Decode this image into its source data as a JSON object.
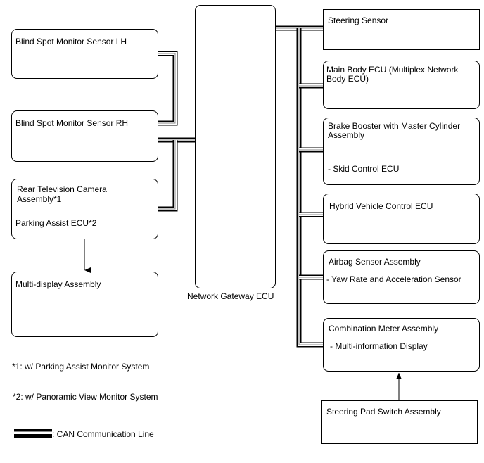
{
  "nodes": {
    "gateway": "Network Gateway ECU",
    "bsm_lh": "Blind Spot Monitor Sensor LH",
    "bsm_rh": "Blind Spot Monitor Sensor RH",
    "rear_cam_l1": "Rear Television Camera",
    "rear_cam_l2": "Assembly*1",
    "parking_ecu": "Parking Assist ECU*2",
    "multi_display": "Multi-display Assembly",
    "steering_sensor": "Steering Sensor",
    "main_body_l1": "Main Body ECU  (Multiplex Network",
    "main_body_l2": "Body ECU)",
    "brake_l1": "Brake Booster with Master Cylinder",
    "brake_l2": "Assembly",
    "skid": "- Skid Control ECU",
    "hybrid": "Hybrid Vehicle Control ECU",
    "airbag": "Airbag Sensor Assembly",
    "yaw": "- Yaw Rate and Acceleration Sensor",
    "combo": "Combination Meter Assembly",
    "mid": "- Multi-information Display",
    "steering_pad": "Steering Pad Switch Assembly"
  },
  "notes": {
    "n1": "*1: w/ Parking Assist Monitor System",
    "n2": "*2: w/ Panoramic View Monitor System"
  },
  "legend": {
    "can_line": ": CAN Communication Line"
  }
}
